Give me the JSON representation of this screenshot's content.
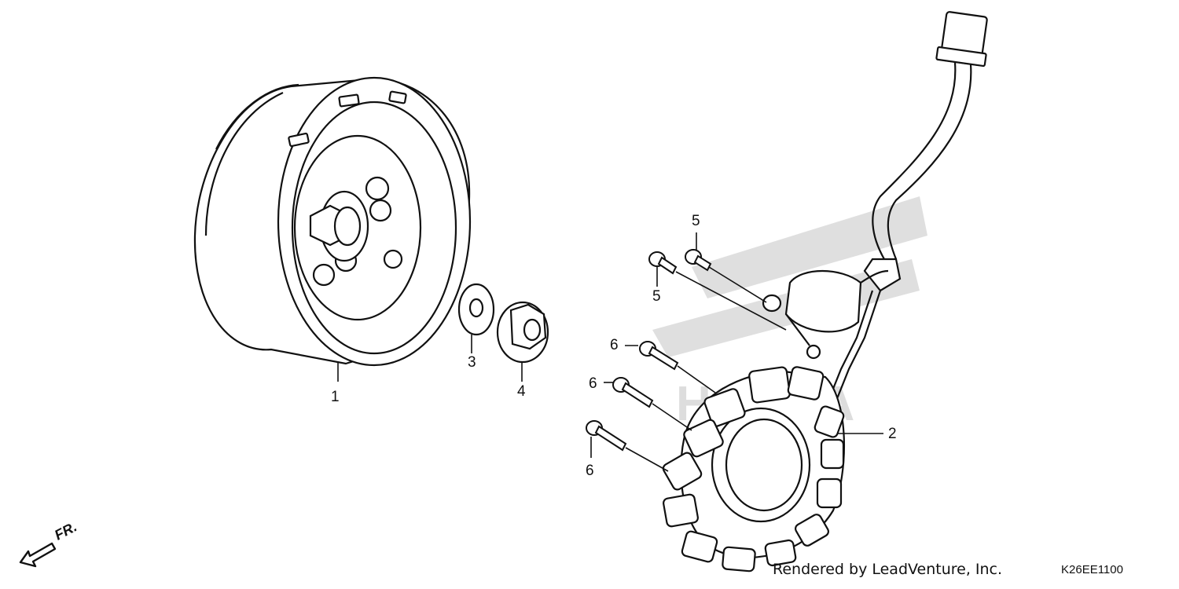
{
  "callouts": {
    "flywheel": "1",
    "stator": "2",
    "washer": "3",
    "nut": "4",
    "bolt_5_top": "5",
    "bolt_5_bottom": "5",
    "bolt_6_a": "6",
    "bolt_6_b": "6",
    "bolt_6_c": "6"
  },
  "direction": {
    "label": "FR.",
    "icon": "front-direction-arrow-icon"
  },
  "credit": "Rendered by LeadVenture, Inc.",
  "diagram_code": "K26EE1100",
  "colors": {
    "line": "#111111",
    "watermark": "#c9c9c9"
  }
}
